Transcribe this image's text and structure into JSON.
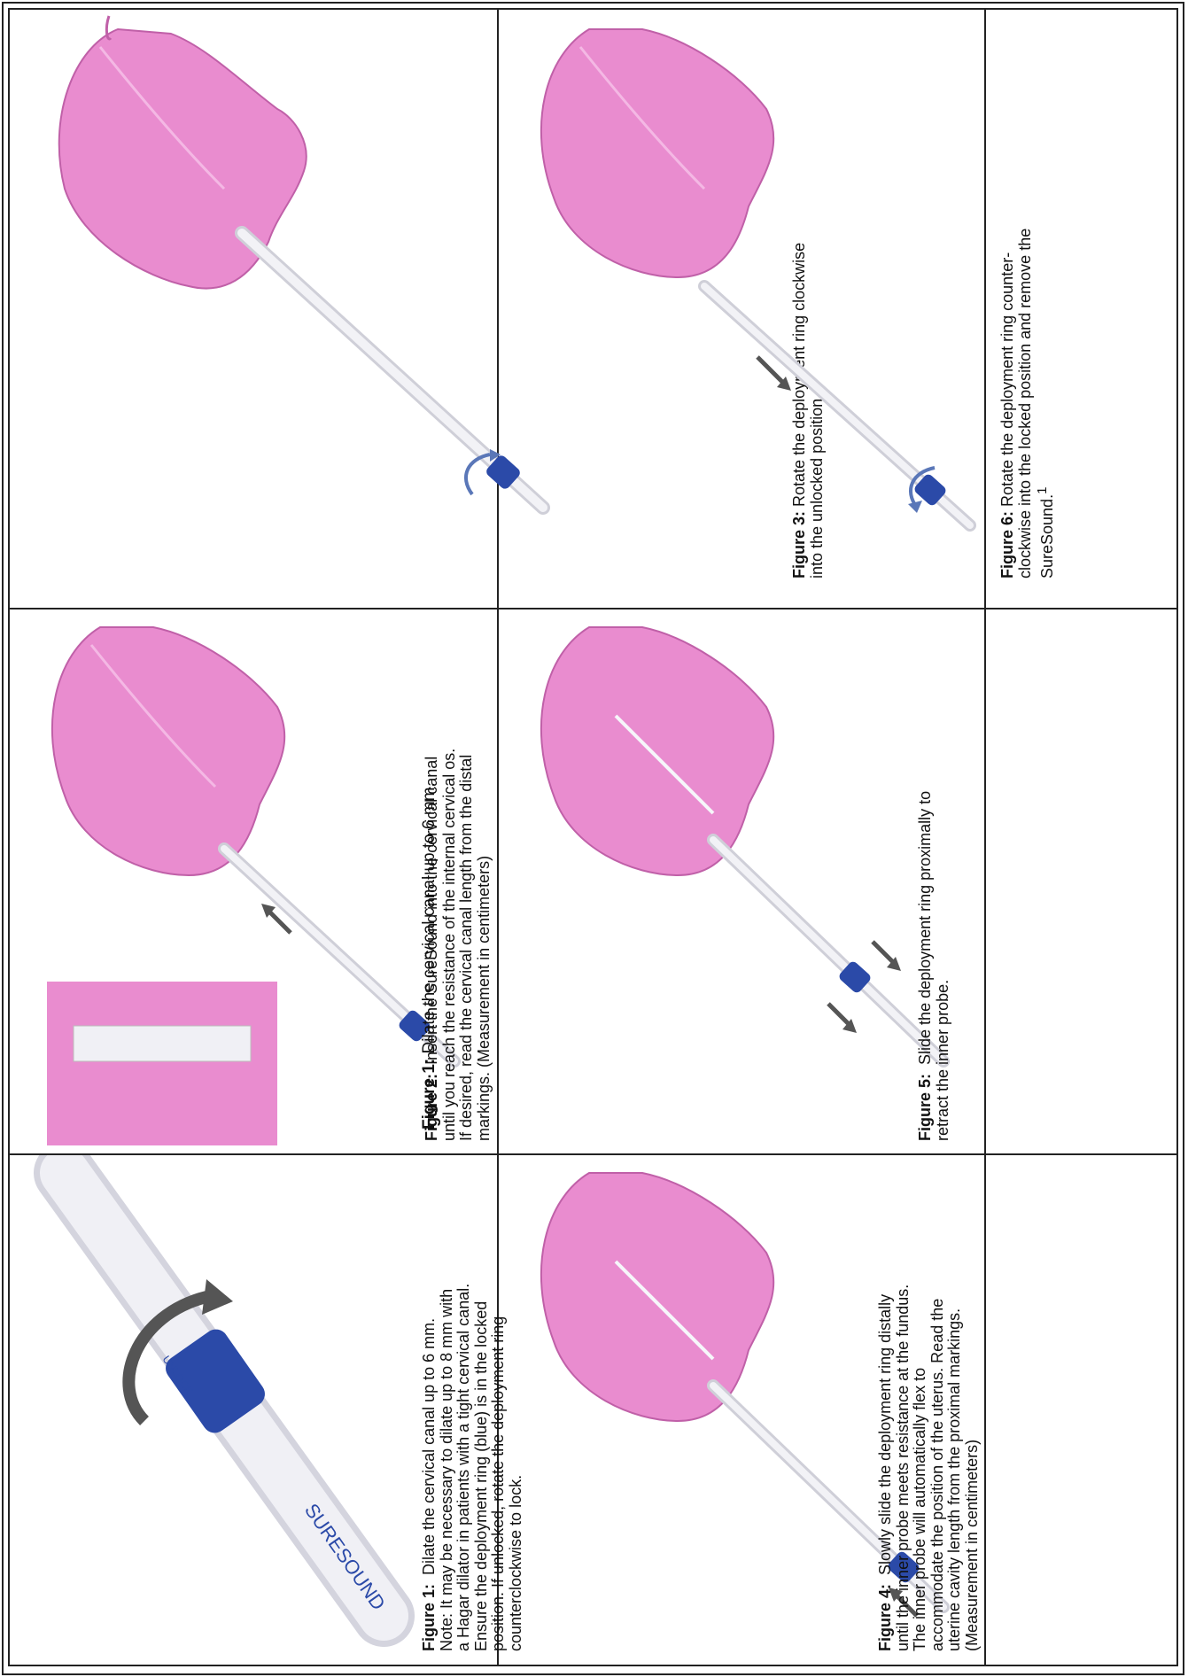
{
  "figures": [
    {
      "label": "Figure 1:",
      "text": "Dilate the cervical canal up to 6 mm.",
      "lines": [
        "Note: It may be necessary to dilate up to 8 mm with",
        "a Hagar dilator in patients with a tight cervical canal.",
        "Ensure the deployment ring (blue) is in the locked",
        "position.  If unlocked, rotate the deployment ring",
        "counterclockwise to lock."
      ],
      "device_text": "SURESOUND",
      "ring_text": "UNLOCK"
    },
    {
      "label": "Figure 2:",
      "text": "Insert the SureSound into the cervical canal",
      "lines": [
        "until you reach the resistance of the internal cervical os.",
        "If desired, read the cervical canal length from the distal",
        "markings. (Measurement in centimeters)"
      ]
    },
    {
      "label": "Figure 3:",
      "text": "Rotate the deployment ring clockwise",
      "lines": [
        "into the unlocked position."
      ]
    },
    {
      "label": "Figure 4:",
      "text": "Slowly slide the deployment ring distally",
      "lines": [
        "until the inner probe meets resistance at the fundus.",
        "The inner probe will automatically flex to",
        "accommodate the position of the uterus.  Read the",
        "uterine cavity length from the proximal markings.",
        "(Measurement in centimeters)"
      ]
    },
    {
      "label": "Figure 5:",
      "text": "Slide the deployment ring proximally to",
      "lines": [
        "retract the inner probe."
      ]
    },
    {
      "label": "Figure 6:",
      "text": "Rotate the deployment ring counter-",
      "lines": [
        "clockwise into the locked position and remove the",
        "SureSound."
      ],
      "superscript": "1"
    }
  ],
  "colors": {
    "uterus": "#e98ccf",
    "uterus_shade": "#d66fbc",
    "ring": "#2b4aa8",
    "probe": "#e8e8ef",
    "arrow": "#555555"
  }
}
